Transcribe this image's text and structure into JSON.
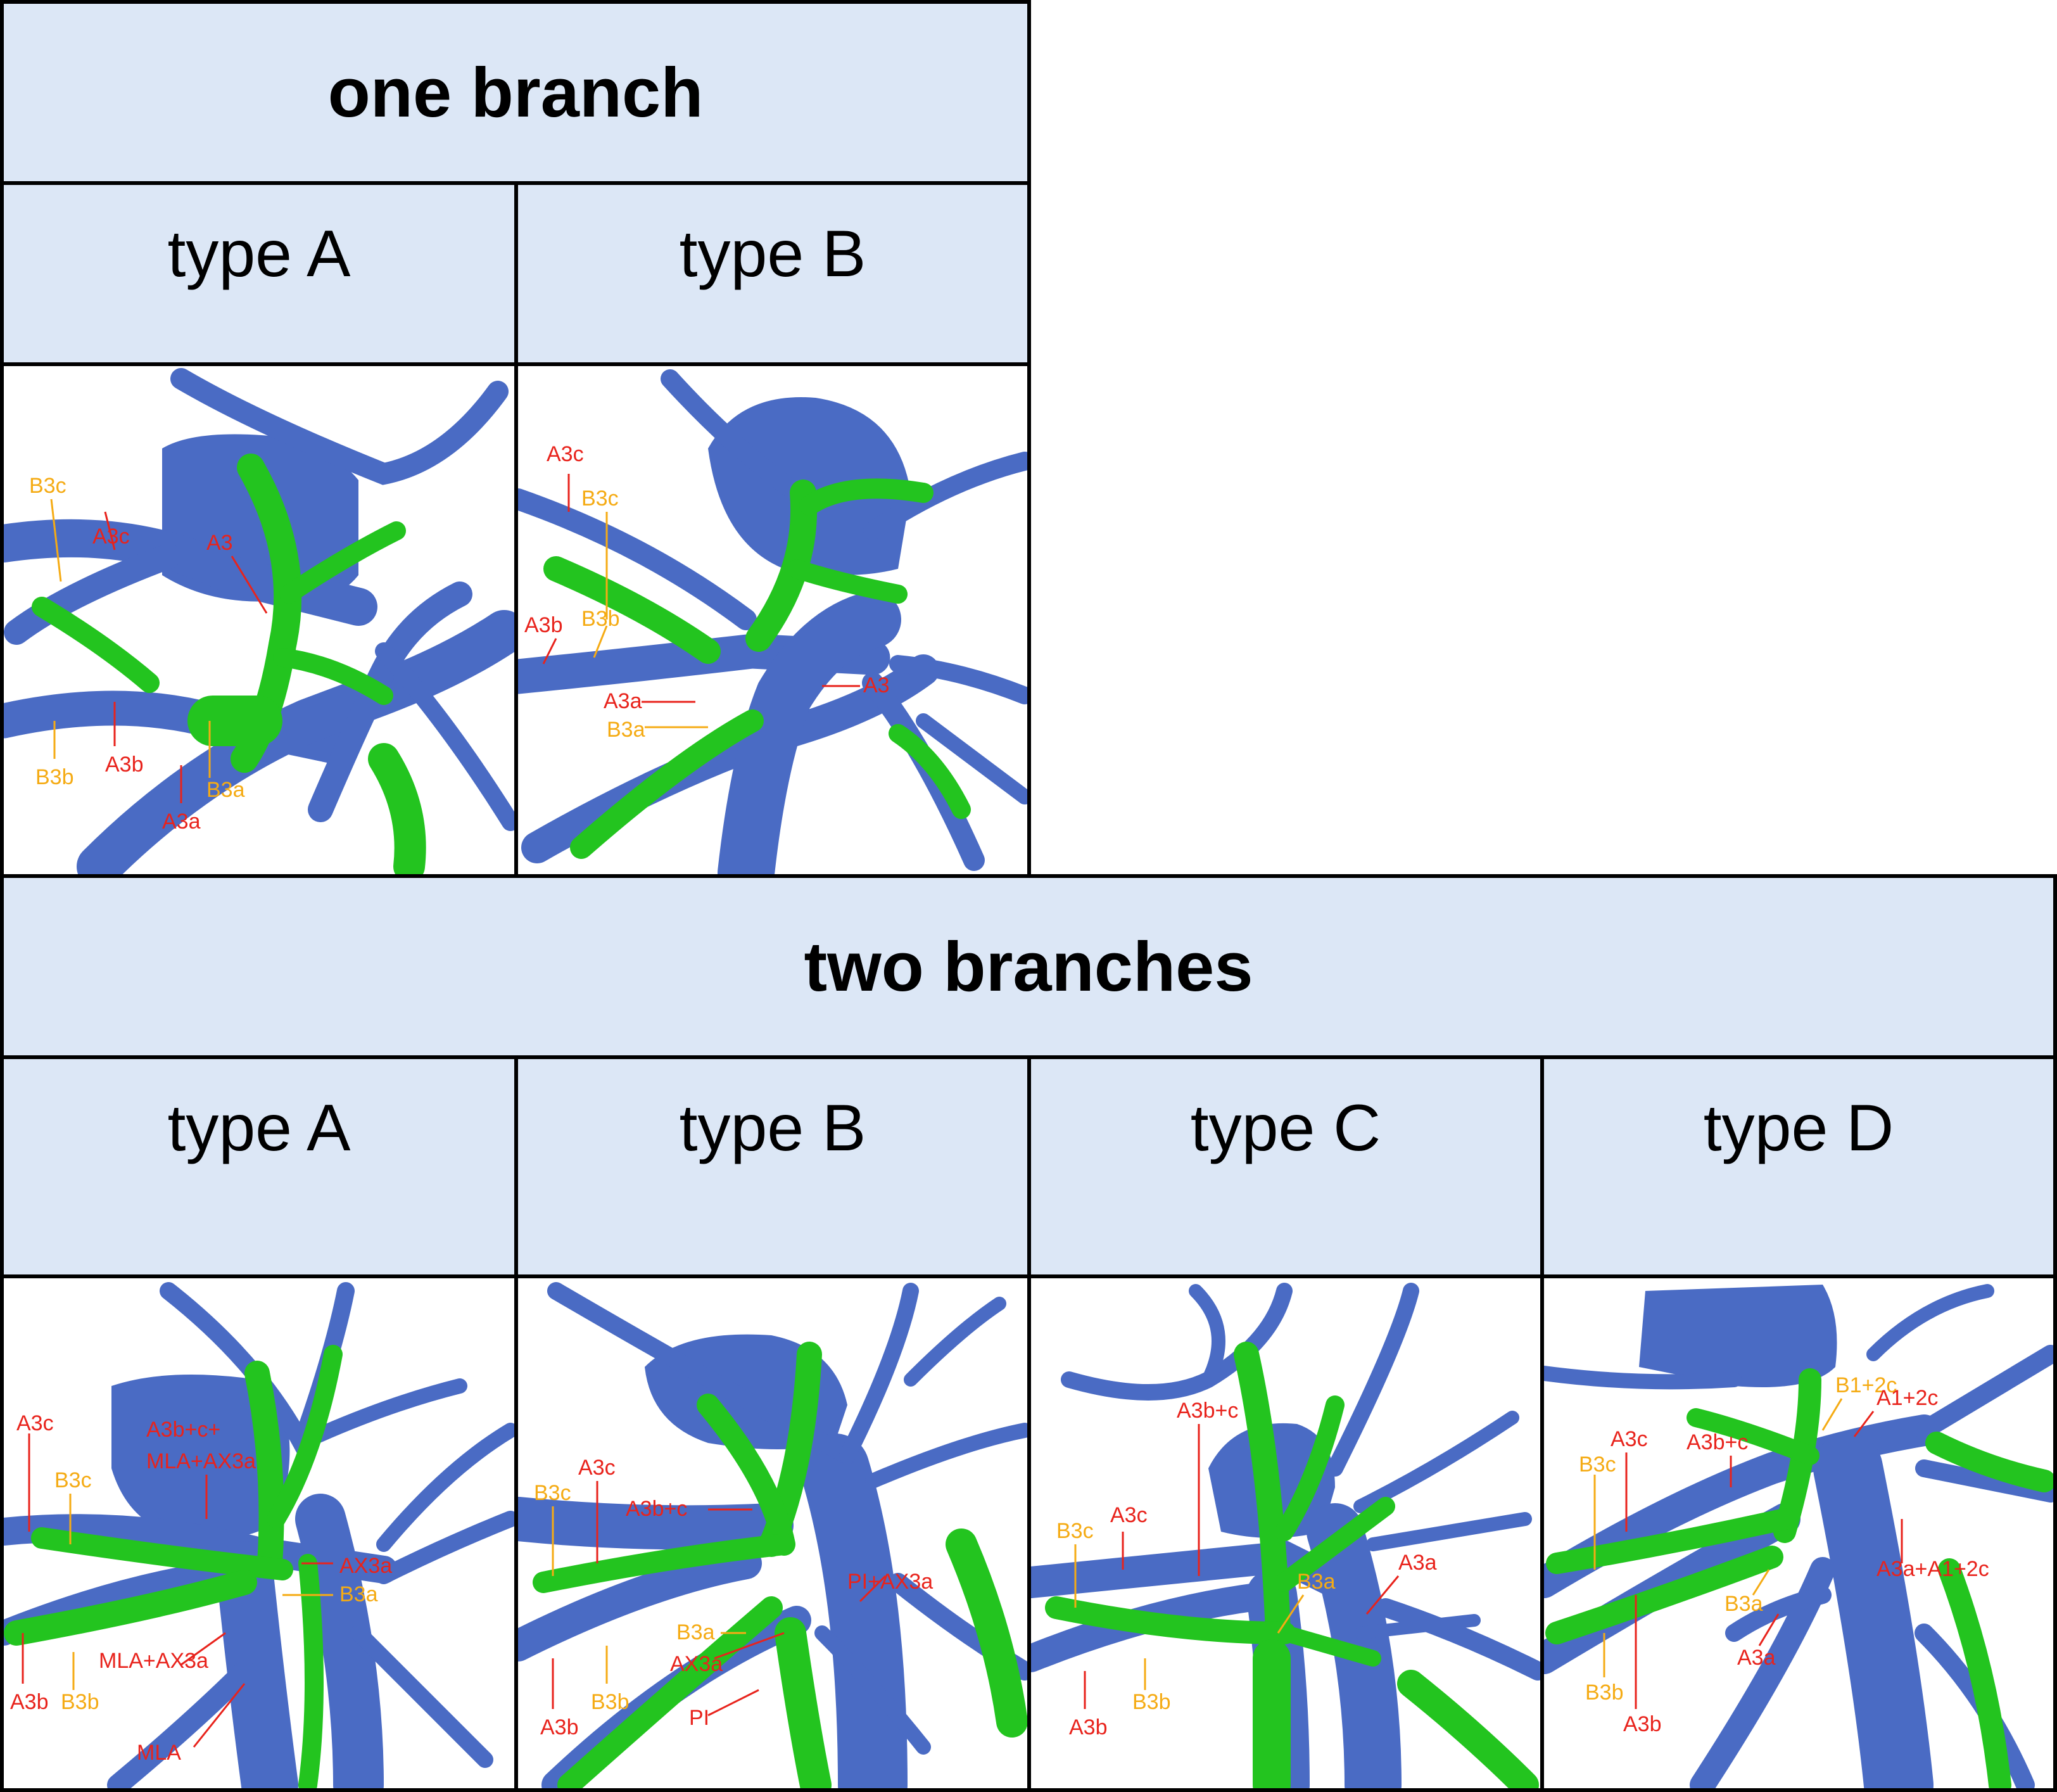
{
  "section_one": {
    "title": "one branch",
    "type_a": {
      "title": "type A",
      "labels": [
        "B3c",
        "A3c",
        "A3",
        "B3b",
        "A3b",
        "B3a",
        "A3a"
      ]
    },
    "type_b": {
      "title": "type B",
      "labels": [
        "A3c",
        "B3c",
        "A3b",
        "B3b",
        "A3a",
        "A3",
        "B3a"
      ]
    }
  },
  "section_two": {
    "title": "two branches",
    "type_a": {
      "title": "type A",
      "labels": [
        "A3c",
        "A3b+c+",
        "MLA+AX3a",
        "B3c",
        "AX3a",
        "B3a",
        "MLA+AX3a",
        "A3b",
        "B3b",
        "MLA"
      ]
    },
    "type_b": {
      "title": "type B",
      "labels": [
        "A3c",
        "B3c",
        "A3b+c",
        "PI+AX3a",
        "B3a",
        "AX3a",
        "PI",
        "A3b",
        "B3b"
      ]
    },
    "type_c": {
      "title": "type C",
      "labels": [
        "A3b+c",
        "A3c",
        "B3c",
        "B3a",
        "A3a",
        "B3b",
        "A3b"
      ]
    },
    "type_d": {
      "title": "type D",
      "labels": [
        "B1+2c",
        "A1+2c",
        "A3c",
        "A3b+c",
        "B3c",
        "A3a+A1+2c",
        "B3a",
        "A3a",
        "B3b",
        "A3b"
      ]
    }
  },
  "colors": {
    "header_fill": "#dce7f6",
    "vessel_blue": "#4a6bc4",
    "bronchus_green": "#23c41f",
    "artery_label": "#e8231c",
    "bronchus_label": "#f5ab14"
  }
}
